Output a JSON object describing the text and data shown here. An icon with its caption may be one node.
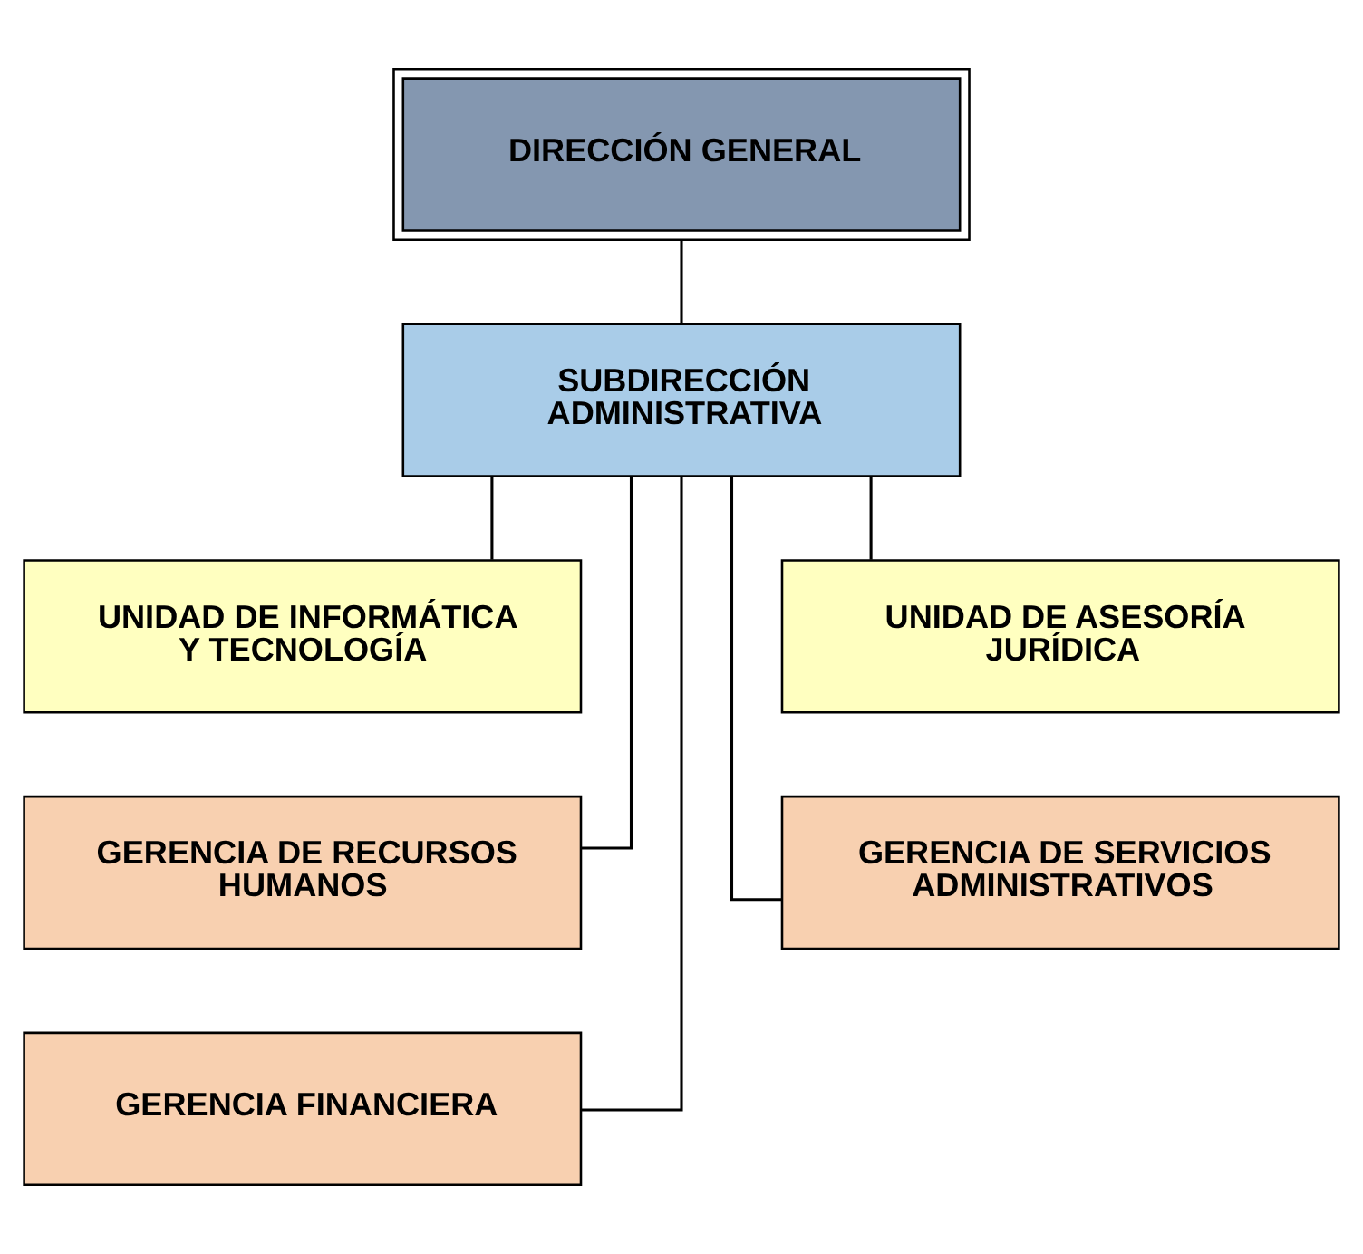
{
  "diagram": {
    "nodes": [
      {
        "text": [
          "DIRECCIÓN GENERAL"
        ]
      },
      {
        "text": [
          "SUBDIRECCIÓN ADMINISTRATIVA"
        ]
      },
      {
        "text": [
          "UNIDAD DE INFORMÁTICA Y TECNOLOGÍA"
        ]
      },
      {
        "text": [
          "UNIDAD DE ASESORÍA JURÍDICA"
        ]
      },
      {
        "text": [
          "GERENCIA DE RECURSOS HUMANOS"
        ]
      },
      {
        "text": [
          "GERENCIA DE SERVICIOS ADMINISTRATIVOS"
        ]
      },
      {
        "text": [
          "GERENCIA FINANCIERA"
        ]
      }
    ],
    "edges": [
      {
        "from": 0,
        "to": 1,
        "arrow": "none"
      },
      {
        "from": 1,
        "to": 2,
        "arrow": "none"
      },
      {
        "from": 1,
        "to": 3,
        "arrow": "none"
      },
      {
        "from": 1,
        "to": 4,
        "arrow": "none"
      },
      {
        "from": 1,
        "to": 5,
        "arrow": "none"
      },
      {
        "from": 1,
        "to": 6,
        "arrow": "none"
      }
    ]
  }
}
